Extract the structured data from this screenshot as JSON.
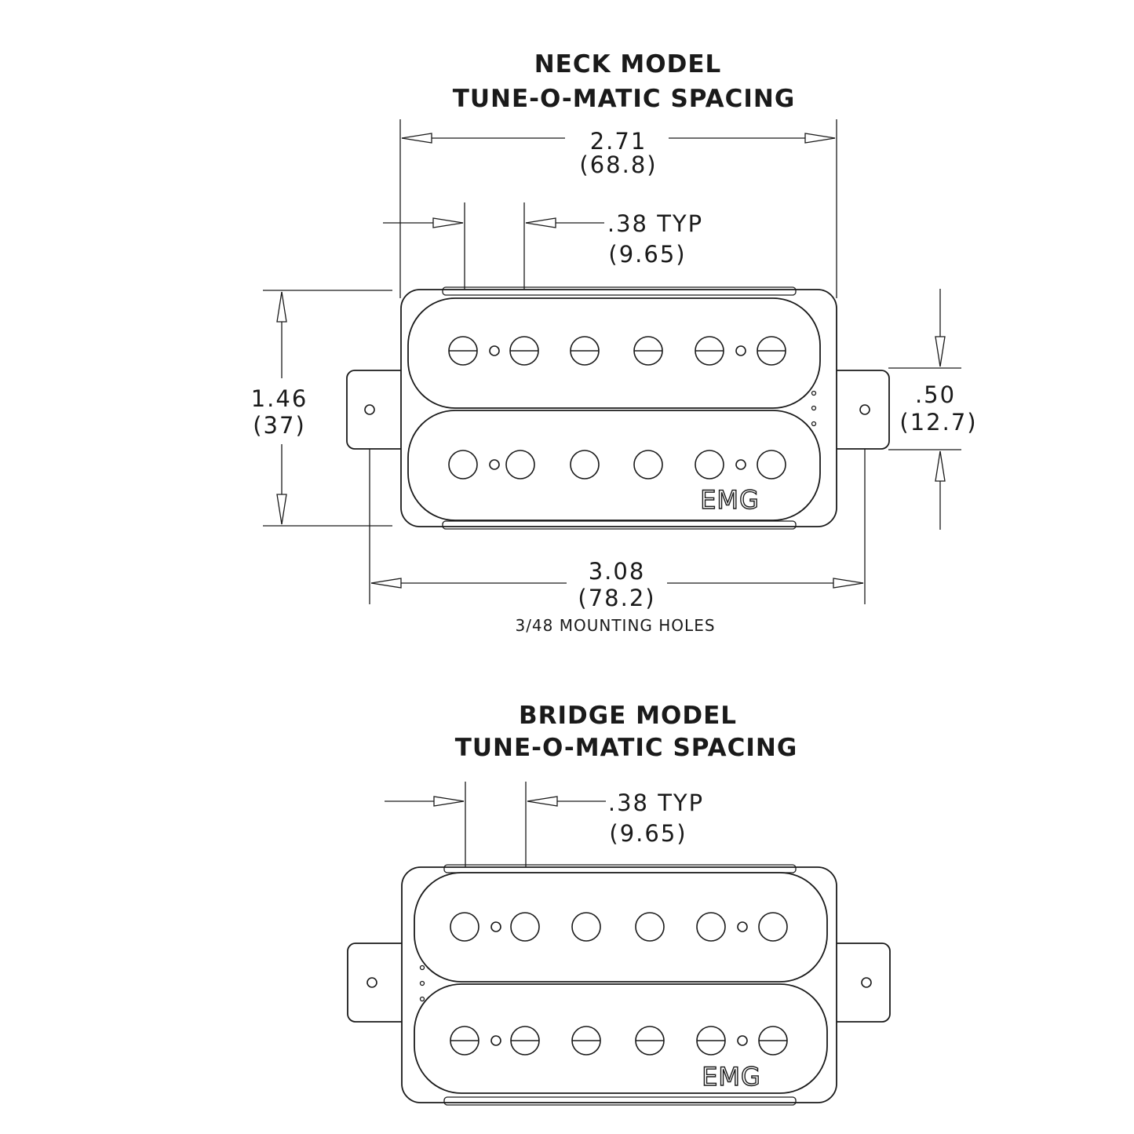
{
  "neck": {
    "title_line1": "NECK MODEL",
    "title_line2": "TUNE-O-MATIC SPACING",
    "width_in": "2.71",
    "width_mm": "(68.8)",
    "pole_spacing_in": ".38 TYP",
    "pole_spacing_mm": "(9.65)",
    "height_in": "1.46",
    "height_mm": "(37)",
    "coil_in": ".50",
    "coil_mm": "(12.7)",
    "mount_in": "3.08",
    "mount_mm": "(78.2)",
    "mount_note": "3/48 MOUNTING HOLES",
    "logo": "EMG"
  },
  "bridge": {
    "title_line1": "BRIDGE MODEL",
    "title_line2": "TUNE-O-MATIC SPACING",
    "pole_spacing_in": ".38 TYP",
    "pole_spacing_mm": "(9.65)",
    "logo": "EMG"
  }
}
